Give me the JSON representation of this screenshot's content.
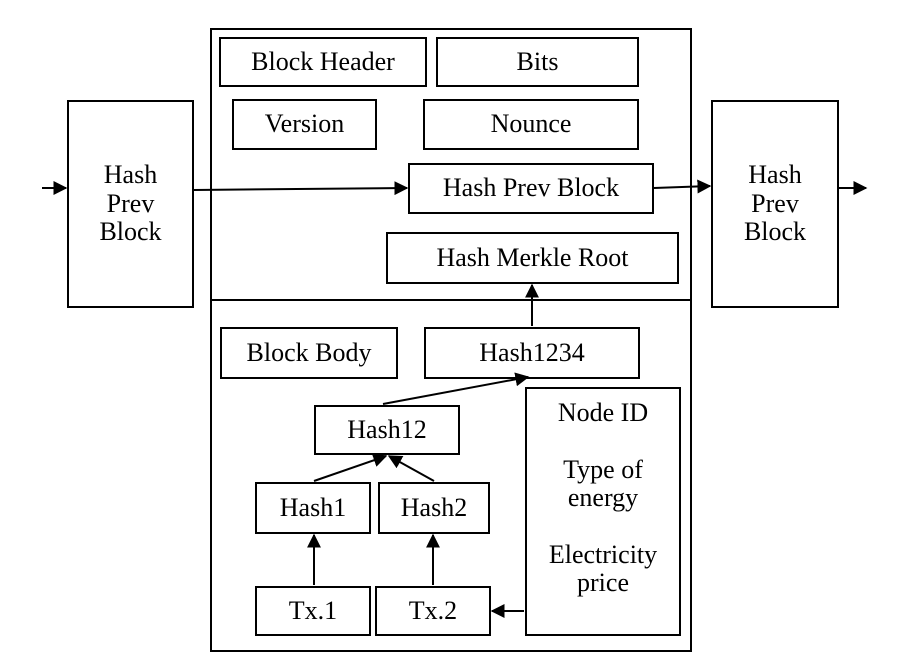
{
  "prev_block": {
    "line1": "Hash",
    "line2": "Prev",
    "line3": "Block"
  },
  "next_block": {
    "line1": "Hash",
    "line2": "Prev",
    "line3": "Block"
  },
  "header": {
    "title": "Block Header",
    "bits": "Bits",
    "version": "Version",
    "nounce": "Nounce",
    "hash_prev_block": "Hash Prev Block",
    "hash_merkle_root": "Hash Merkle Root"
  },
  "body": {
    "title": "Block Body",
    "hash1234": "Hash1234",
    "hash12": "Hash12",
    "hash1": "Hash1",
    "hash2": "Hash2",
    "tx1": "Tx.1",
    "tx2": "Tx.2",
    "node_info": {
      "node_id": "Node ID",
      "type_line1": "Type of",
      "type_line2": "energy",
      "price_line1": "Electricity",
      "price_line2": "price"
    }
  }
}
